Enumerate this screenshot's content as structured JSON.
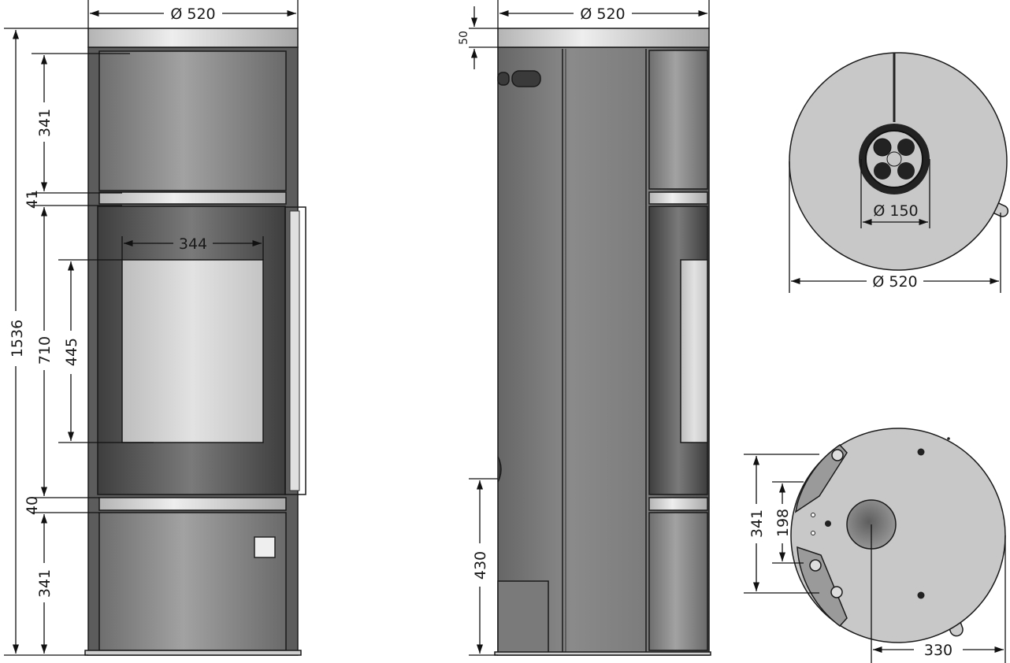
{
  "views": {
    "front": {
      "width_label": "Ø 520",
      "total_height_label": "1536",
      "top_panel_label": "341",
      "upper_band_label": "41",
      "door_height_label": "710",
      "glass_height_label": "445",
      "glass_width_label": "344",
      "lower_band_label": "40",
      "bottom_panel_label": "341"
    },
    "side": {
      "width_label": "Ø 520",
      "cap_label": "50",
      "air_inlet_height_label": "430"
    },
    "top": {
      "flue_label": "Ø 150",
      "diameter_label": "Ø 520"
    },
    "bottom": {
      "outer_span_label": "341",
      "inner_span_label": "198",
      "offset_label": "330"
    }
  },
  "colors": {
    "body_dark": "#5a5a5a",
    "panel_grey": "#9a9a9a",
    "steel_light": "#e6e6e6",
    "base_plate": "#c8c8c8"
  }
}
